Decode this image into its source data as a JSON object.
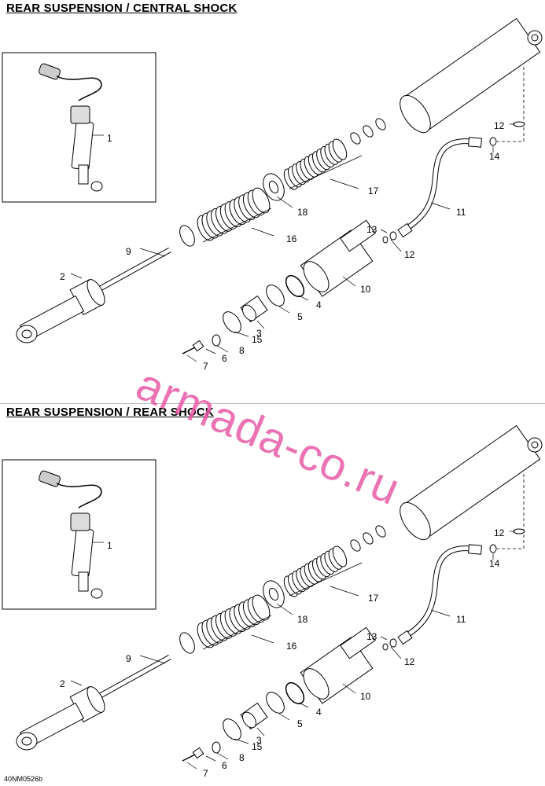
{
  "sections": [
    {
      "title": "REAR SUSPENSION / CENTRAL SHOCK",
      "callouts": {
        "c1": "1",
        "c2": "2",
        "c3": "3",
        "c4": "4",
        "c5": "5",
        "c6": "6",
        "c7": "7",
        "c8": "8",
        "c9": "9",
        "c10": "10",
        "c11": "11",
        "c12a": "12",
        "c12b": "12",
        "c13": "13",
        "c14": "14",
        "c15": "15",
        "c16": "16",
        "c17": "17",
        "c18": "18"
      }
    },
    {
      "title": "REAR SUSPENSION / REAR SHOCK",
      "callouts": {
        "c1": "1",
        "c2": "2",
        "c3": "3",
        "c4": "4",
        "c5": "5",
        "c6": "6",
        "c7": "7",
        "c8": "8",
        "c9": "9",
        "c10": "10",
        "c11": "11",
        "c12a": "12",
        "c12b": "12",
        "c13": "13",
        "c14": "14",
        "c15": "15",
        "c16": "16",
        "c17": "17",
        "c18": "18"
      }
    }
  ],
  "figure_code": "40NM0526b",
  "watermark": "armada-co.ru",
  "colors": {
    "line": "#000000",
    "watermark": "#e85aa6",
    "divider": "#b8b8b8"
  }
}
